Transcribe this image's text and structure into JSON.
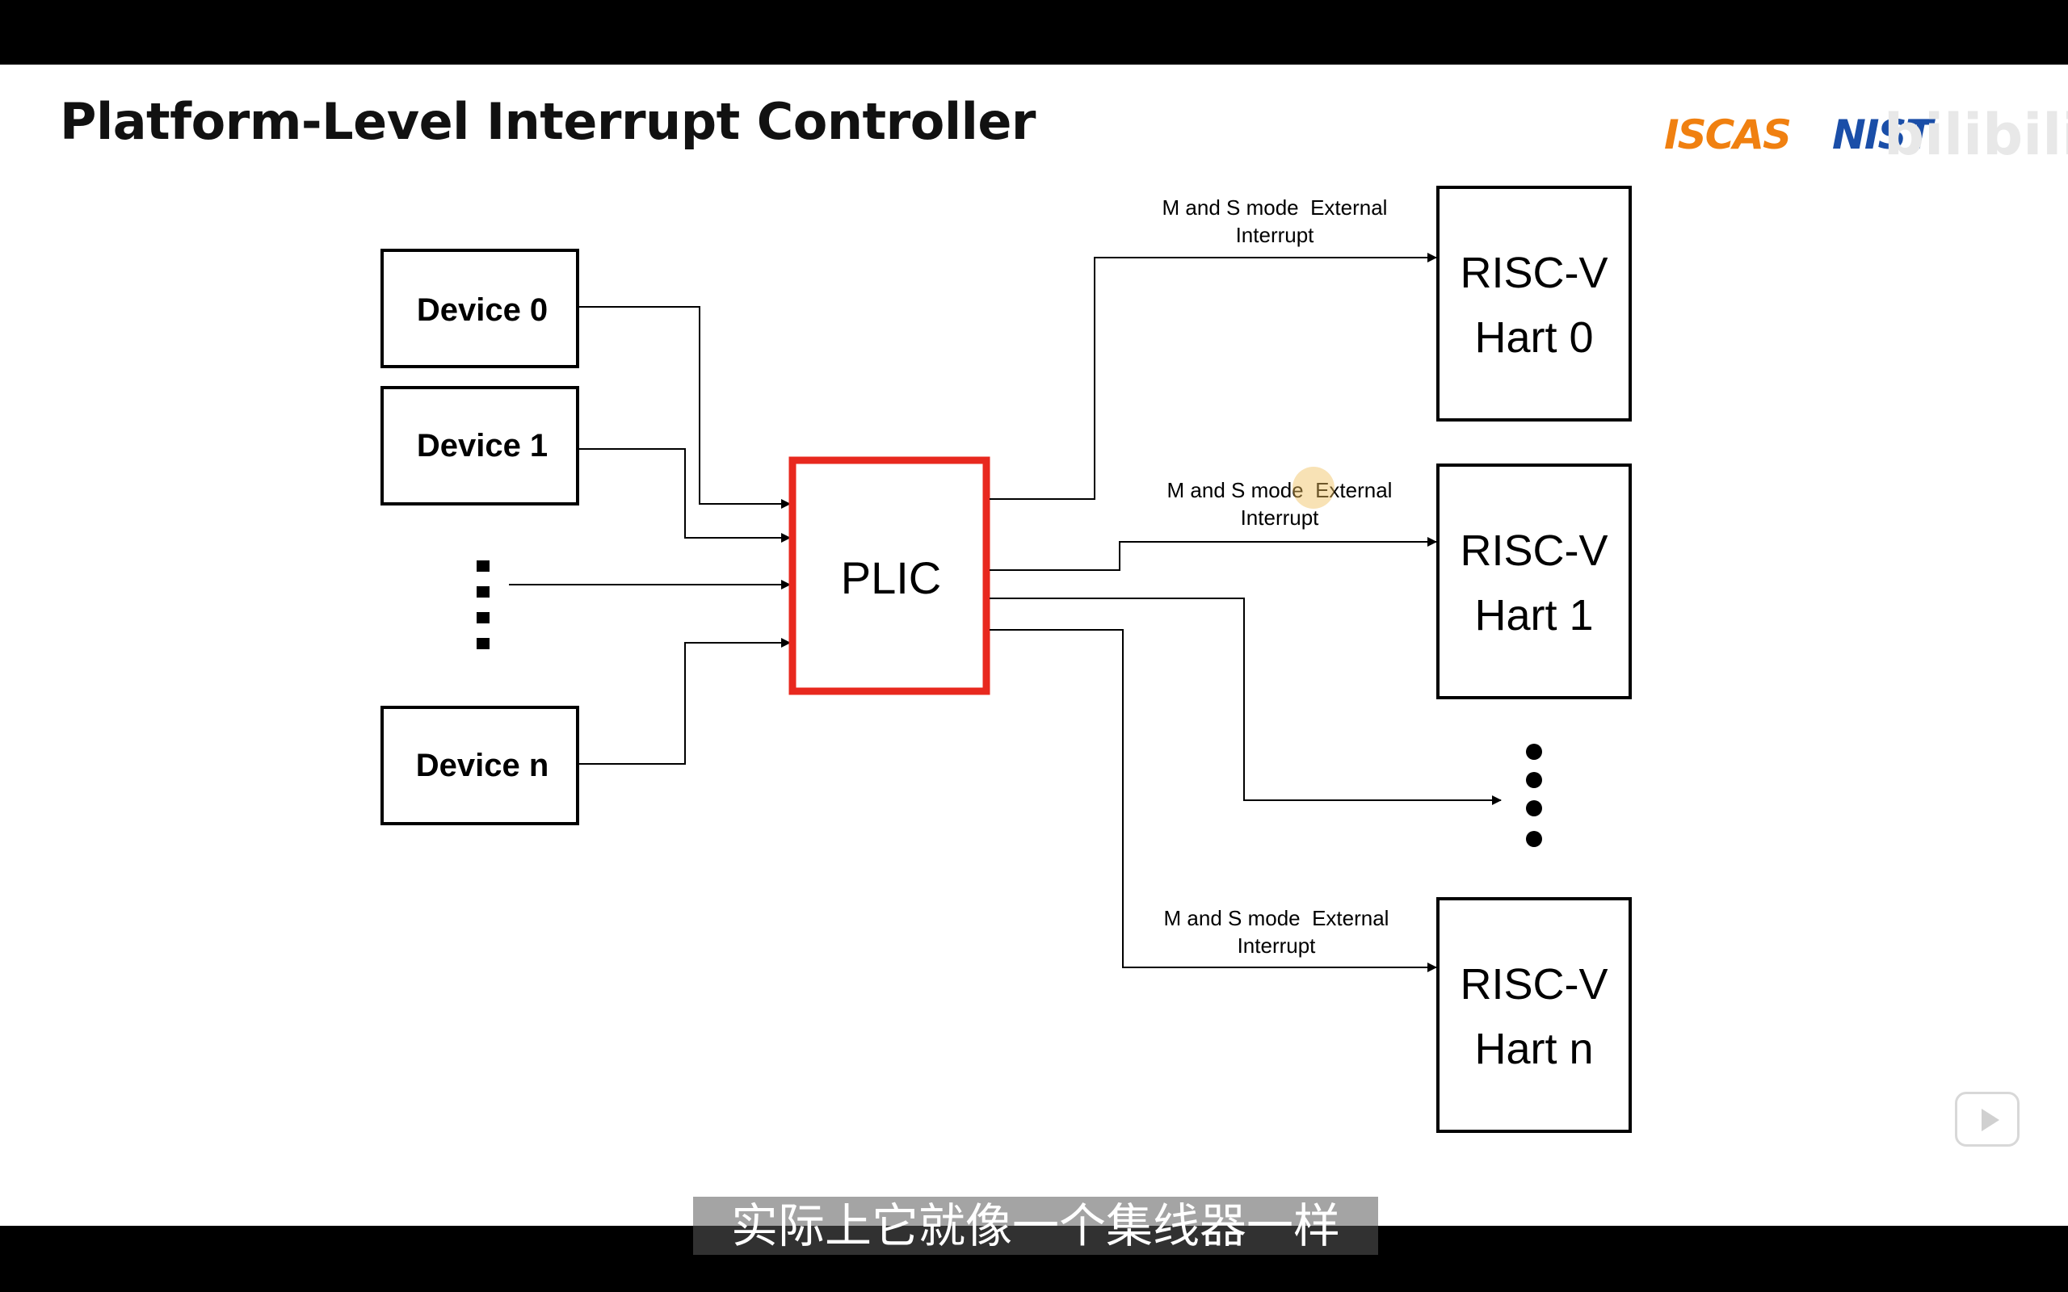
{
  "slide": {
    "title": "Platform-Level Interrupt Controller",
    "logos": {
      "iscas": "ISCAS",
      "nist": "NIST",
      "watermark": "bilibili"
    }
  },
  "diagram": {
    "devices": [
      "Device 0",
      "Device 1",
      "Device n"
    ],
    "plic_label": "PLIC",
    "plic_border_color": "#e8281e",
    "harts": [
      {
        "line1": "RISC-V",
        "line2": "Hart 0"
      },
      {
        "line1": "RISC-V",
        "line2": "Hart 1"
      },
      {
        "line1": "RISC-V",
        "line2": "Hart n"
      }
    ],
    "edge_labels": [
      {
        "line1": "M and S mode  External",
        "line2": "Interrupt"
      },
      {
        "line1": "M and S mode  External",
        "line2": "Interrupt"
      },
      {
        "line1": "M and S mode  External",
        "line2": "Interrupt"
      }
    ]
  },
  "player": {
    "subtitle": "实际上它就像一个集线器一样",
    "play_icon": "play-icon"
  }
}
